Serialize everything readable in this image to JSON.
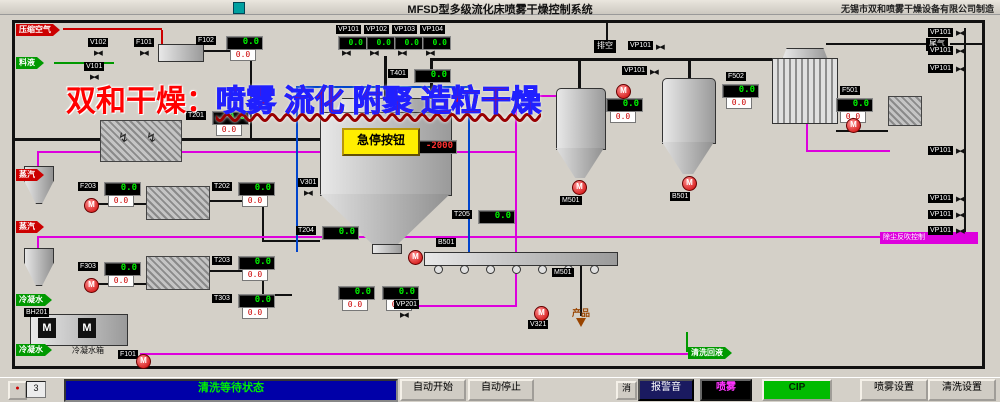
{
  "header": {
    "title": "MFSD型多级流化床喷雾干燥控制系统",
    "manufacturer": "无锡市双和喷雾干燥设备有限公司制造"
  },
  "watermark": {
    "prefix": "双和干燥：",
    "suffix": "喷雾 流化 附聚 造粒干燥"
  },
  "flows": {
    "compressed_air": "压缩空气",
    "feed": "料液",
    "steam": "蒸汽",
    "condensate": "冷凝水",
    "vent": "排空",
    "tail_gas": "尾气",
    "product": "产品",
    "cip_return": "清洗回液"
  },
  "labels": {
    "estop": "急停按钮",
    "condensate_tank": "冷凝水箱",
    "blowback": "除尘反吹控制"
  },
  "tags": {
    "v101": "V101",
    "v102": "V102",
    "f101": "F101",
    "f102": "F102",
    "t201": "T201",
    "t202": "T202",
    "t203": "T203",
    "t204": "T204",
    "t205": "T205",
    "t303": "T303",
    "t401": "T401",
    "f203": "F203",
    "f303": "F303",
    "f501": "F501",
    "f502": "F502",
    "vp101": "VP101",
    "vp102": "VP102",
    "vp103": "VP103",
    "vp104": "VP104",
    "vp201": "VP201",
    "m501": "M501",
    "b501": "B501",
    "bh201": "BH201",
    "v301": "V301",
    "v321": "V321"
  },
  "values": {
    "zero": "0.0",
    "neg2000": "-2000",
    "motor": "M",
    "page": "3"
  },
  "icons": {
    "valve": "▶◀",
    "bolt": "↯",
    "rec": "●"
  },
  "statusbar": {
    "status": "清洗等待状态"
  },
  "buttons": {
    "auto_start": "自动开始",
    "auto_stop": "自动停止",
    "mute": "消",
    "alarm": "报警音",
    "spray": "喷雾",
    "cip": "CIP",
    "spray_settings": "喷雾设置",
    "clean_settings": "清洗设置"
  }
}
